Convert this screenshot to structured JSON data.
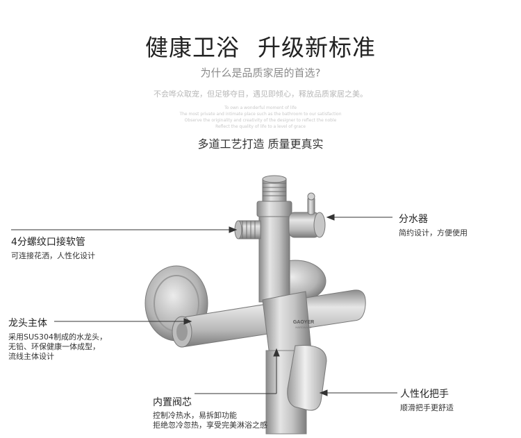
{
  "header": {
    "title_left": "健康卫浴",
    "title_right": "升级新标准",
    "subtitle": "为什么是品质家居的首选?",
    "tagline": "不会哗众取宠，但足够夺目，遇见即倾心，释放品质家居之美。",
    "faint_lines": [
      "To own a wonderful moment of life",
      "The most private and intimate place such as the bathroom to our satisfaction",
      "Observe the originality and creativity of the designer to reflect the noble",
      "Reflect the quality of life to a level of grace"
    ]
  },
  "section_heading": "多道工艺打造 质量更真实",
  "features": {
    "connector": {
      "title": "4分螺纹口接软管",
      "desc": [
        "可连接花洒，人性化设计"
      ]
    },
    "diverter": {
      "title": "分水器",
      "desc": [
        "简约设计，方便使用"
      ]
    },
    "body": {
      "title": "龙头主体",
      "desc": [
        "采用SUS304制成的水龙头，",
        "无铅、环保健康一体成型，",
        "流线主体设计"
      ]
    },
    "cartridge": {
      "title": "内置阀芯",
      "desc": [
        "控制冷热水，易拆卸功能",
        "拒绝忽冷忽热，享受完美淋浴之感"
      ]
    },
    "handle": {
      "title": "人性化把手",
      "desc": [
        "顺滑把手更舒适"
      ]
    }
  },
  "brand_plate": {
    "text": "GAOYER",
    "sub": "HARDWARE"
  },
  "colors": {
    "steel_light": "#d9d9d9",
    "steel_mid": "#a9a9a9",
    "steel_dark": "#7c7c7c",
    "text_dark": "#222222",
    "text_gray": "#8a8a8a"
  }
}
